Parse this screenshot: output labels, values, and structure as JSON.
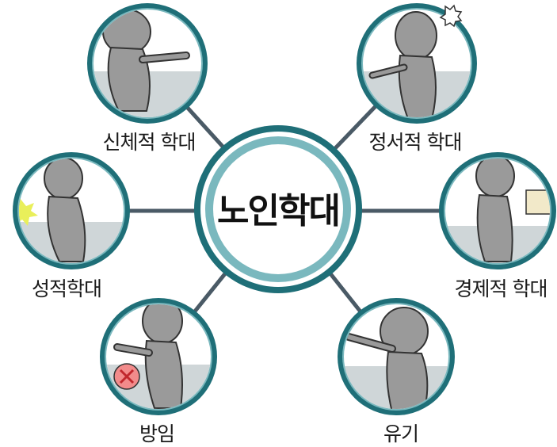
{
  "center": {
    "label": "노인학대"
  },
  "nodes": [
    {
      "id": "physical",
      "label": "신체적 학대"
    },
    {
      "id": "emotional",
      "label": "정서적 학대"
    },
    {
      "id": "sexual",
      "label": "성적학대"
    },
    {
      "id": "financial",
      "label": "경제적 학대"
    },
    {
      "id": "neglect",
      "label": "방임"
    },
    {
      "id": "abandonment",
      "label": "유기"
    }
  ],
  "colors": {
    "ring_dark": "#1f6f78",
    "ring_light": "#7ab8be",
    "connector": "#4a5a66",
    "character": "#9a9a9a",
    "scene_floor": "#cfd6d8"
  }
}
